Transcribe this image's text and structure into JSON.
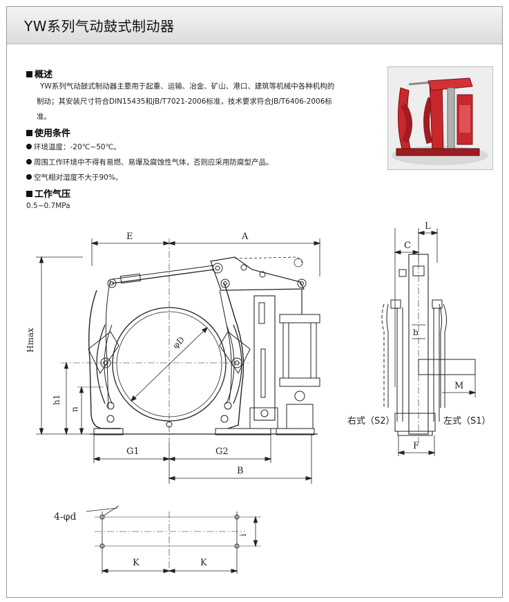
{
  "title": "YW系列气动鼓式制动器",
  "overview": {
    "heading": "概述",
    "lines": [
      "YW系列气动鼓式制动器主要用于起重、运输、冶金、矿山、港口、建筑等机械中各种机构的",
      "制动；其安装尺寸符合DIN15435和JB/T7021-2006标准，技术要求符合JB/T6406-2006标",
      "准。"
    ]
  },
  "conditions": {
    "heading": "使用条件",
    "items": [
      "环境温度：-20℃~50℃。",
      "周围工作环境中不得有易燃、易爆及腐蚀性气体，否则应采用防腐型产品。",
      "空气相对湿度不大于90%。"
    ]
  },
  "pressure": {
    "heading": "工作气压",
    "value": "0.5~0.7MPa"
  },
  "drawing": {
    "labels": {
      "E": "E",
      "A": "A",
      "Hmax": "Hmax",
      "h1": "h1",
      "n": "n",
      "D": "φD",
      "G1": "G1",
      "G2": "G2",
      "B": "B",
      "L": "L",
      "C": "C",
      "b": "b",
      "M": "M",
      "F": "F",
      "right_type": "右式（S2）",
      "left_type": "左式（S1）",
      "holes": "4-φd",
      "i": "i",
      "K1": "K",
      "K2": "K"
    }
  },
  "colors": {
    "brake_red": "#c8282c"
  }
}
